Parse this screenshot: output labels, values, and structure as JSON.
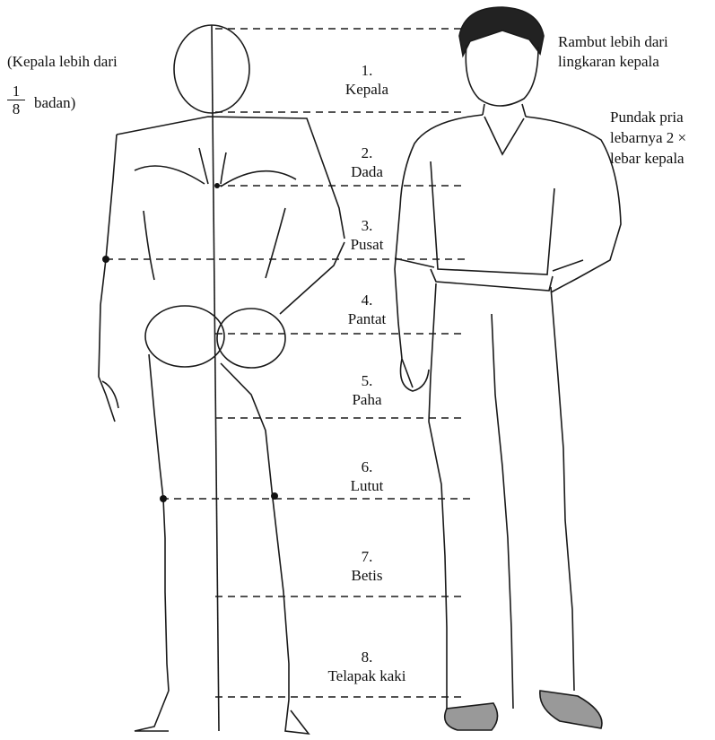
{
  "notes": {
    "head_note_line1": "(Kepala lebih dari",
    "head_note_fraction_numerator": "1",
    "head_note_fraction_denominator": "8",
    "head_note_tail": "badan)",
    "hair_note_line1": "Rambut lebih dari",
    "hair_note_line2": "lingkaran kepala",
    "shoulder_note_line1": "Pundak pria",
    "shoulder_note_line2": "lebarnya 2 ×",
    "shoulder_note_line3": "lebar kepala"
  },
  "sections": [
    {
      "num": "1.",
      "name": "Kepala"
    },
    {
      "num": "2.",
      "name": "Dada"
    },
    {
      "num": "3.",
      "name": "Pusat"
    },
    {
      "num": "4.",
      "name": "Pantat"
    },
    {
      "num": "5.",
      "name": "Paha"
    },
    {
      "num": "6.",
      "name": "Lutut"
    },
    {
      "num": "7.",
      "name": "Betis"
    },
    {
      "num": "8.",
      "name": "Telapak kaki"
    }
  ]
}
